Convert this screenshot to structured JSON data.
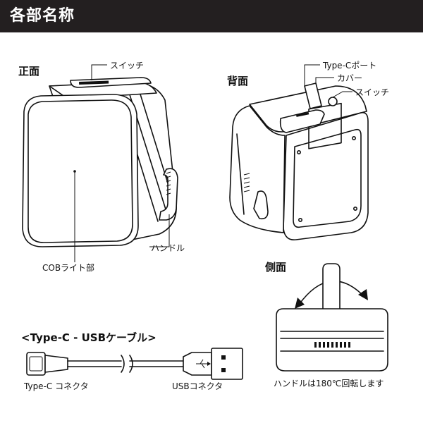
{
  "header": {
    "title": "各部名称",
    "bg": "#231f20"
  },
  "front": {
    "heading": "正面",
    "switch_label": "スイッチ",
    "handle_label": "ハンドル",
    "cob_label": "COBライト部"
  },
  "back": {
    "heading": "背面",
    "typec_label": "Type-Cポート",
    "cover_label": "カバー",
    "switch_label": "スイッチ"
  },
  "side": {
    "heading": "側面",
    "rotation_note": "ハンドルは180℃回転します"
  },
  "cable": {
    "title": "<Type-C - USBケーブル>",
    "typec_label": "Type-C コネクタ",
    "usb_label": "USBコネクタ"
  }
}
